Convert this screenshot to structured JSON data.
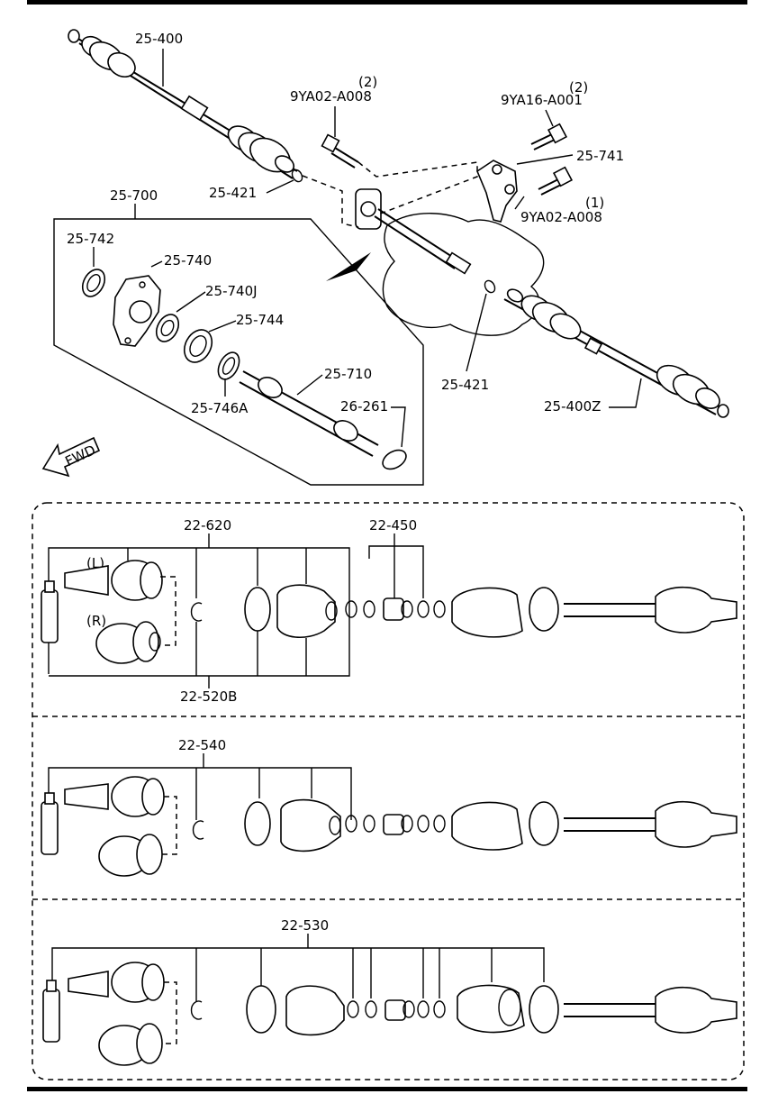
{
  "labels": {
    "p25_400": "25-400",
    "p9ya02_a008_top_qty": "(2)",
    "p9ya02_a008_top": "9YA02-A008",
    "p9ya16_qty": "(2)",
    "p9ya16": "9YA16-A001",
    "p25_741": "25-741",
    "p25_421_a": "25-421",
    "p9ya02_a008_b_qty": "(1)",
    "p9ya02_a008_b": "9YA02-A008",
    "p25_700": "25-700",
    "p25_742": "25-742",
    "p25_740": "25-740",
    "p25_740j": "25-740J",
    "p25_744": "25-744",
    "p25_710": "25-710",
    "p25_746a": "25-746A",
    "p26_261": "26-261",
    "p25_421_b": "25-421",
    "p25_400z": "25-400Z",
    "fwd": "FWD",
    "p22_620": "22-620",
    "p22_450": "22-450",
    "left": "(L)",
    "right": "(R)",
    "p22_520b": "22-520B",
    "p22_540": "22-540",
    "p22_530": "22-530"
  }
}
